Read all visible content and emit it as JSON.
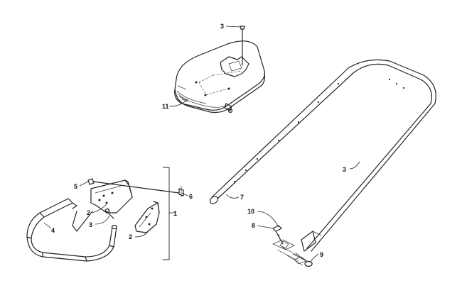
{
  "callouts": {
    "c1": "1",
    "c2a": "2",
    "c2b": "2",
    "c3a": "3",
    "c3b": "3",
    "c3c": "3",
    "c4": "4",
    "c5": "5",
    "c6": "6",
    "c7": "7",
    "c8": "8",
    "c9": "9",
    "c10": "10",
    "c11": "11"
  }
}
